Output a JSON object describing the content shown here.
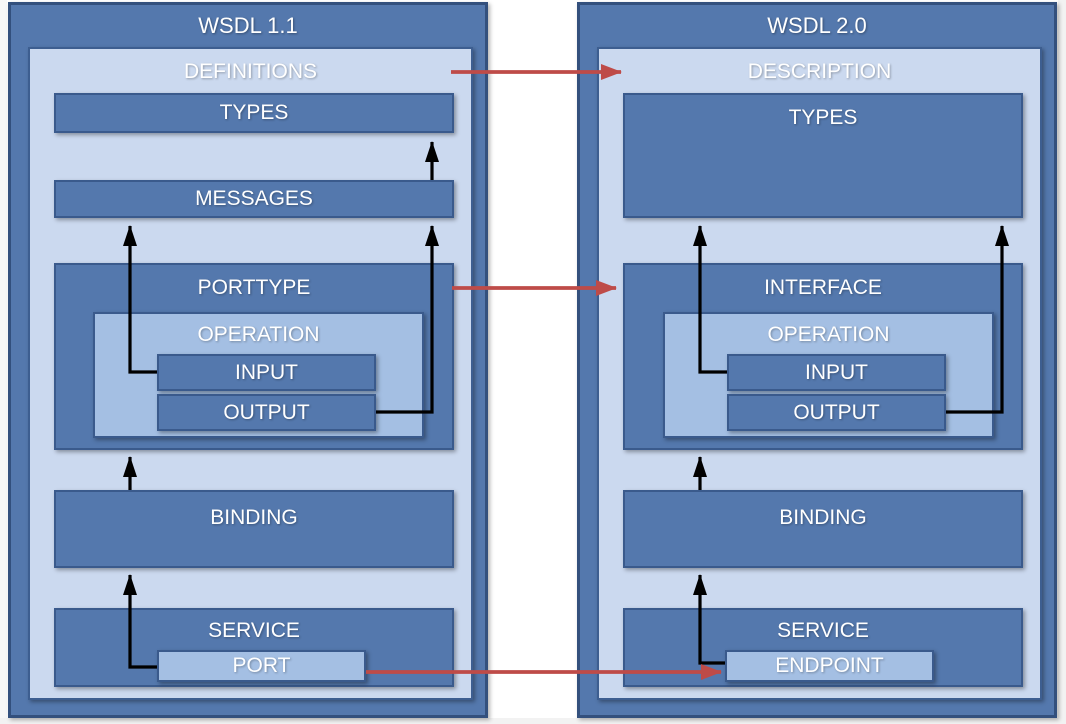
{
  "left": {
    "title": "WSDL 1.1",
    "container": "DEFINITIONS",
    "types": "TYPES",
    "messages": "MESSAGES",
    "porttype": "PORTTYPE",
    "operation": "OPERATION",
    "input": "INPUT",
    "output": "OUTPUT",
    "binding": "BINDING",
    "service": "SERVICE",
    "port": "PORT"
  },
  "right": {
    "title": "WSDL 2.0",
    "container": "DESCRIPTION",
    "types": "TYPES",
    "interface": "INTERFACE",
    "operation": "OPERATION",
    "input": "INPUT",
    "output": "OUTPUT",
    "binding": "BINDING",
    "service": "SERVICE",
    "endpoint": "ENDPOINT"
  },
  "mappings": [
    {
      "from": "DEFINITIONS",
      "to": "DESCRIPTION"
    },
    {
      "from": "PORTTYPE",
      "to": "INTERFACE"
    },
    {
      "from": "PORT",
      "to": "ENDPOINT"
    }
  ],
  "colors": {
    "panel_fill": "#5478AD",
    "panel_border": "#33507D",
    "container_fill": "#CBD9EF",
    "inner_border": "#3A5A8C",
    "mid_fill": "#A4BFE3",
    "arrow_black": "#000000",
    "arrow_red": "#BE4B48",
    "label_text": "#FFFFFF"
  }
}
